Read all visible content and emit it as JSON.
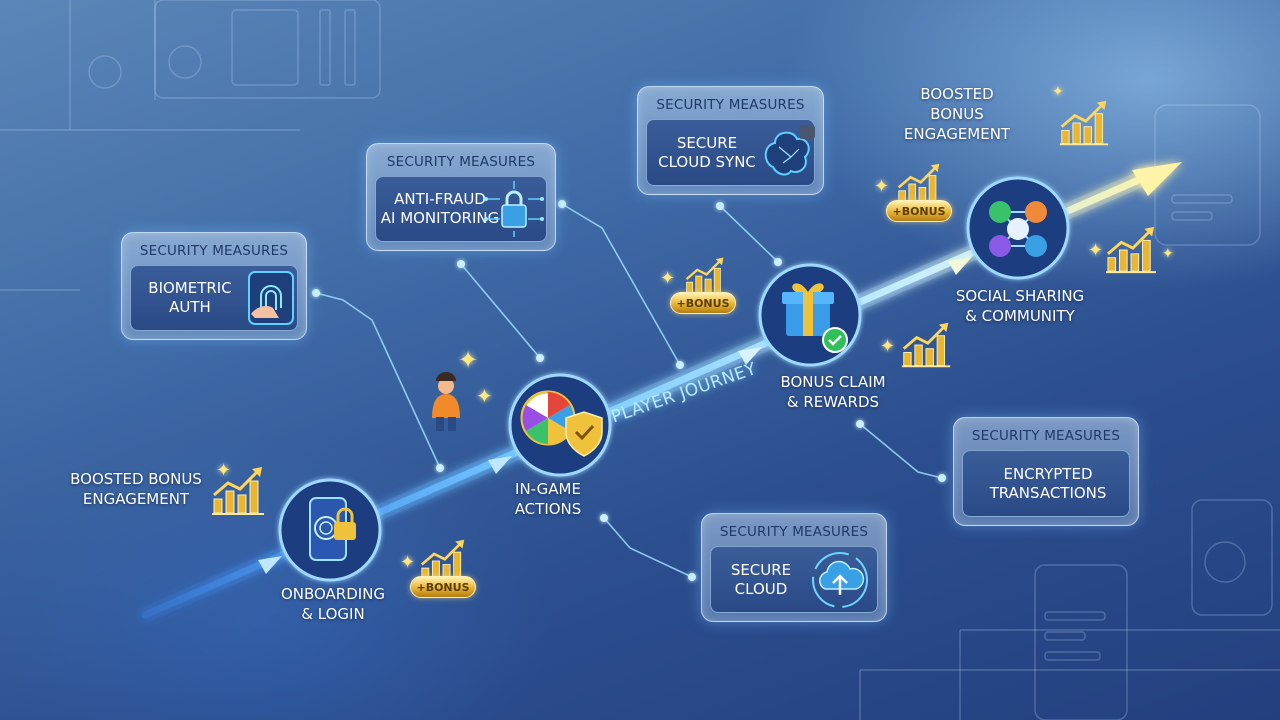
{
  "diagram": {
    "journey_label": "Player Journey",
    "stages": [
      {
        "id": "onboarding",
        "label_lines": [
          "Onboarding",
          "& Login"
        ],
        "icon": "phone-fingerprint-lock-icon"
      },
      {
        "id": "in_game",
        "label_lines": [
          "In-Game",
          "Actions"
        ],
        "icon": "prize-wheel-shield-icon"
      },
      {
        "id": "bonus_claim",
        "label_lines": [
          "Bonus Claim",
          "& Rewards"
        ],
        "icon": "gift-check-icon"
      },
      {
        "id": "social",
        "label_lines": [
          "Social Sharing",
          "& Community"
        ],
        "icon": "community-network-icon"
      }
    ],
    "security_cards": [
      {
        "id": "biometric",
        "title": "Security Measures",
        "label_lines": [
          "Biometric",
          "Auth"
        ],
        "icon": "fingerprint-scanner-icon"
      },
      {
        "id": "anti_fraud",
        "title": "Security Measures",
        "label_lines": [
          "Anti-Fraud",
          "AI Monitoring"
        ],
        "icon": "circuit-lock-icon"
      },
      {
        "id": "cloud_sync",
        "title": "Security Measures",
        "label_lines": [
          "Secure",
          "Cloud Sync"
        ],
        "icon": "ai-brain-icon"
      },
      {
        "id": "encrypted",
        "title": "Security Measures",
        "label_lines": [
          "Encrypted",
          "Transactions"
        ],
        "icon": ""
      },
      {
        "id": "secure_cloud",
        "title": "Security Measures",
        "label_lines": [
          "Secure",
          "Cloud"
        ],
        "icon": "cloud-upload-icon"
      }
    ],
    "engagement_labels": [
      {
        "id": "engage_left",
        "label_lines": [
          "Boosted Bonus",
          "Engagement"
        ]
      },
      {
        "id": "engage_right",
        "label_lines": [
          "Boosted Bonus",
          "Engagement"
        ]
      }
    ],
    "bonus_badge": "+BONUS",
    "colors": {
      "flow_arrow": "#6fc4ff",
      "flow_arrow_end": "#fff3a8",
      "gold": "#e8b534",
      "connector": "#9fdcff",
      "card_border": "#dcefff"
    }
  }
}
